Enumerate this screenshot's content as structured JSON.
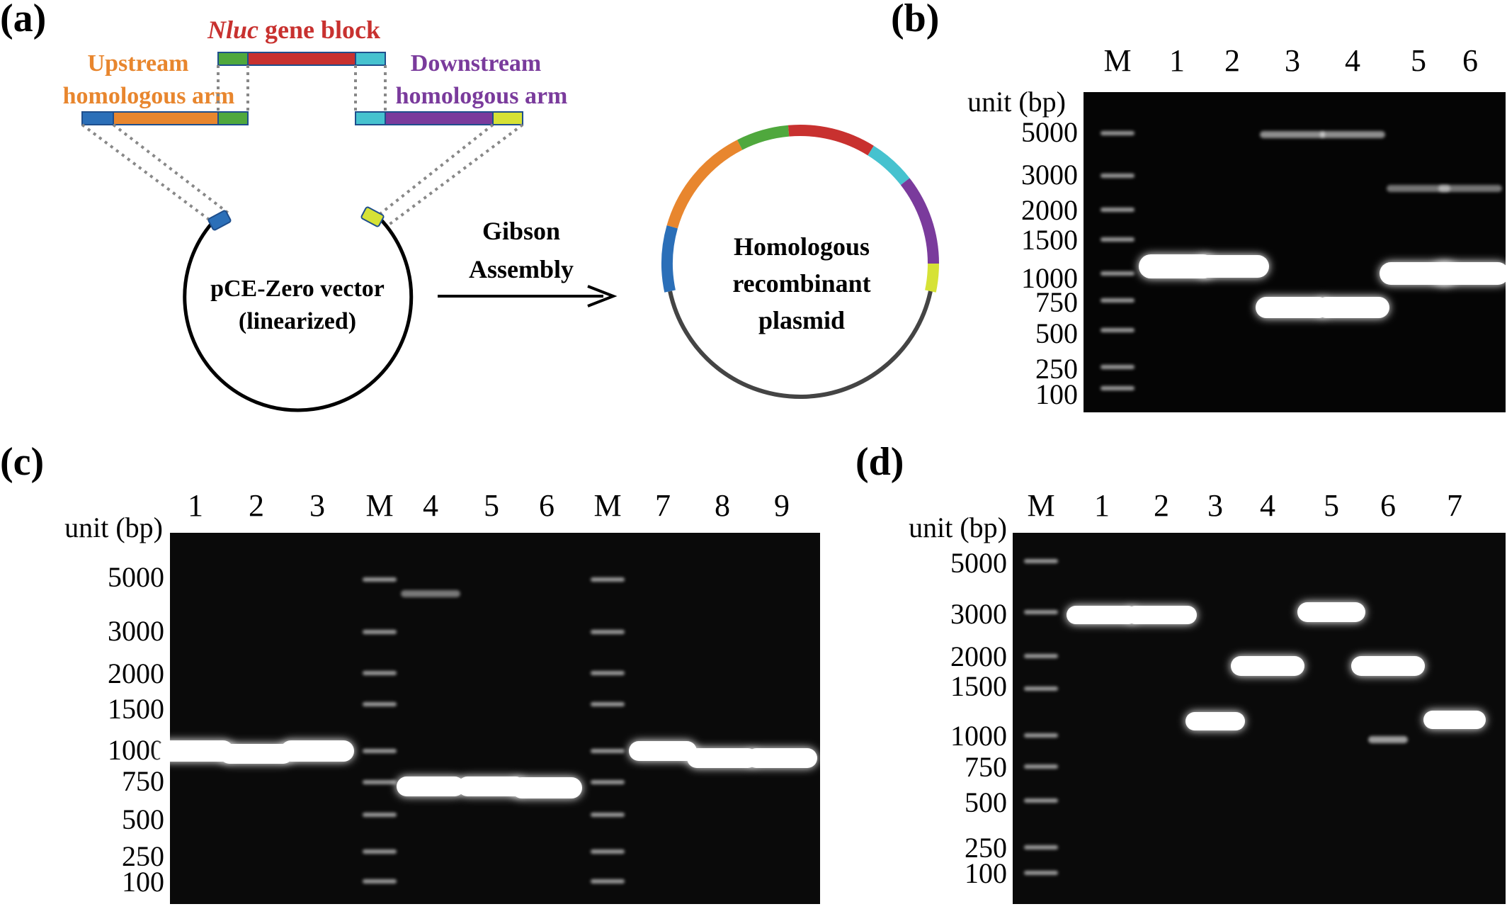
{
  "panel_a": {
    "label": "(a)",
    "gene_block_italic": "Nluc",
    "gene_block_rest": " gene block",
    "upstream_line1": "Upstream",
    "upstream_line2": "homologous arm",
    "downstream_line1": "Downstream",
    "downstream_line2": "homologous arm",
    "vector_line1": "pCE-Zero vector",
    "vector_line2": "(linearized)",
    "assembly_line1": "Gibson",
    "assembly_line2": "Assembly",
    "plasmid_line1": "Homologous",
    "plasmid_line2": "recombinant",
    "plasmid_line3": "plasmid"
  },
  "colors": {
    "blue": "#2b6fb8",
    "orange": "#e8862e",
    "green": "#4fa83d",
    "red": "#c8312f",
    "cyan": "#46c2cf",
    "purple": "#7a3b9c",
    "yellow": "#d6e236",
    "gene_text": "#c8312f",
    "upstream_text": "#e8862e",
    "downstream_text": "#7a3b9c"
  },
  "panel_b": {
    "label": "(b)",
    "unit_label": "unit (bp)",
    "lanes": [
      "M",
      "1",
      "2",
      "3",
      "4",
      "5",
      "6"
    ],
    "ladder": [
      "5000",
      "3000",
      "2000",
      "1500",
      "1000",
      "750",
      "500",
      "250",
      "100"
    ]
  },
  "panel_c": {
    "label": "(c)",
    "unit_label": "unit (bp)",
    "lanes": [
      "1",
      "2",
      "3",
      "M",
      "4",
      "5",
      "6",
      "M",
      "7",
      "8",
      "9"
    ],
    "ladder": [
      "5000",
      "3000",
      "2000",
      "1500",
      "1000",
      "750",
      "500",
      "250",
      "100"
    ]
  },
  "panel_d": {
    "label": "(d)",
    "unit_label": "unit (bp)",
    "lanes": [
      "M",
      "1",
      "2",
      "3",
      "4",
      "5",
      "6",
      "7"
    ],
    "ladder": [
      "5000",
      "3000",
      "2000",
      "1500",
      "1000",
      "750",
      "500",
      "250",
      "100"
    ]
  }
}
